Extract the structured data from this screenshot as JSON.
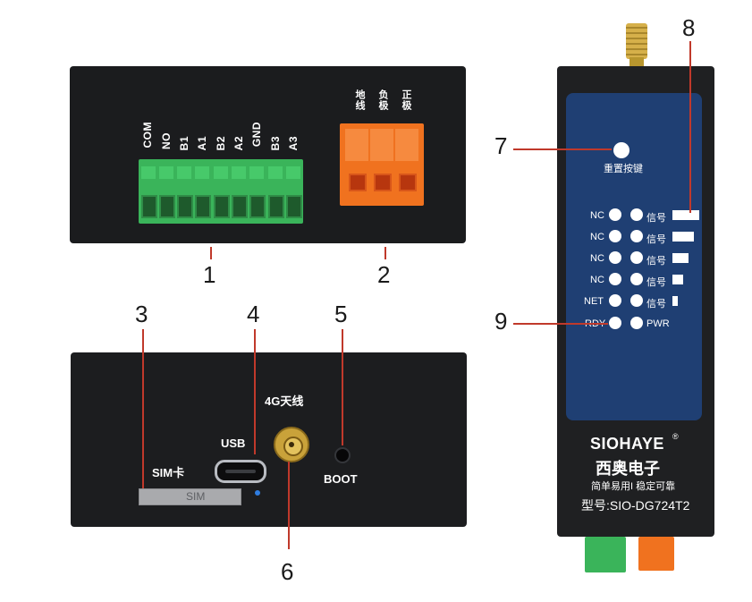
{
  "callouts": {
    "n1": "1",
    "n2": "2",
    "n3": "3",
    "n4": "4",
    "n5": "5",
    "n6": "6",
    "n7": "7",
    "n8": "8",
    "n9": "9"
  },
  "top_panel": {
    "green_terminals": [
      "COM",
      "NO",
      "B1",
      "A1",
      "B2",
      "A2",
      "GND",
      "B3",
      "A3"
    ],
    "orange_terminals": [
      "地线",
      "负极",
      "正极"
    ]
  },
  "bottom_panel": {
    "antenna_label": "4G天线",
    "usb_label": "USB",
    "boot_label": "BOOT",
    "sim_card_label": "SIM卡",
    "sim_slot_label": "SIM"
  },
  "device": {
    "reset_label": "重置按键",
    "leds": [
      {
        "left": "NC",
        "right": "信号"
      },
      {
        "left": "NC",
        "right": "信号"
      },
      {
        "left": "NC",
        "right": "信号"
      },
      {
        "left": "NC",
        "right": "信号"
      },
      {
        "left": "NET",
        "right": "信号"
      },
      {
        "left": "RDY",
        "right": "PWR"
      }
    ],
    "brand": "SIOHAYE",
    "registered_mark": "®",
    "company": "西奥电子",
    "slogan": "简单易用I 稳定可靠",
    "model": "型号:SIO-DG724T2",
    "colors": {
      "face": "#1f3f73",
      "body": "#1f2022",
      "terminal_green": "#3ab45a",
      "terminal_orange": "#f0721f",
      "antenna_gold": "#c9a23a"
    }
  }
}
